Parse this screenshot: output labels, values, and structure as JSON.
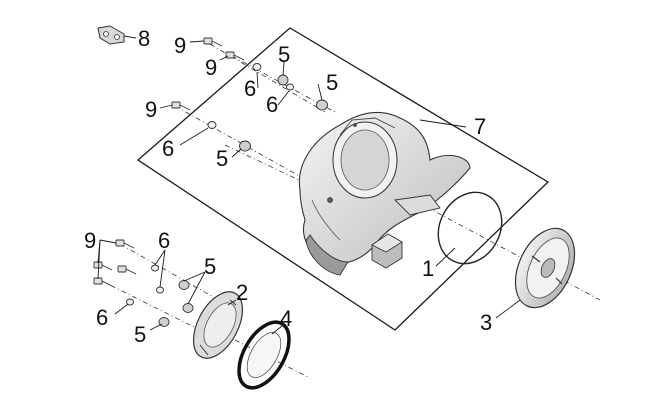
{
  "callouts": {
    "c1": "1",
    "c2": "2",
    "c3": "3",
    "c4": "4",
    "c5": "5",
    "c6": "6",
    "c7": "7",
    "c8": "8",
    "c9": "9"
  },
  "colors": {
    "line": "#1a1a1a",
    "part_stroke": "#333333",
    "part_fill_light": "#e8e8e8",
    "part_fill_mid": "#c8c8c8",
    "part_fill_dark": "#555555"
  }
}
